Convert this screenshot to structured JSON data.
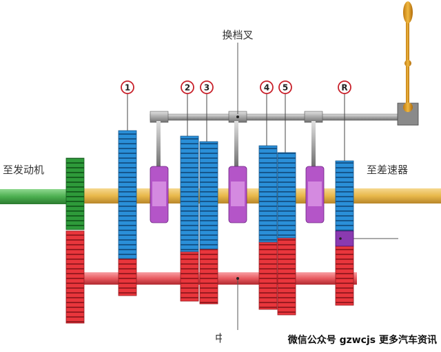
{
  "labels": {
    "fork": "换档叉",
    "engine": "至发动机",
    "differential": "至差速器",
    "countershaft_partial": "中间"
  },
  "gear_numbers": {
    "g1": "1",
    "g2": "2",
    "g3": "3",
    "g4": "4",
    "g5": "5",
    "gR": "R"
  },
  "watermark": "微信公众号 gzwcjs 更多汽车资讯",
  "colors": {
    "blue_gear": "#2a8fd8",
    "red_gear": "#e8363c",
    "green_gear": "#2e9a3a",
    "purple_synchro": "#b455c8",
    "yellow_shaft": "#e8b84a",
    "green_shaft": "#4caf50",
    "red_shaft": "#e85a60",
    "gray_rod": "#9a9a9a",
    "lever": "#e0a020"
  }
}
